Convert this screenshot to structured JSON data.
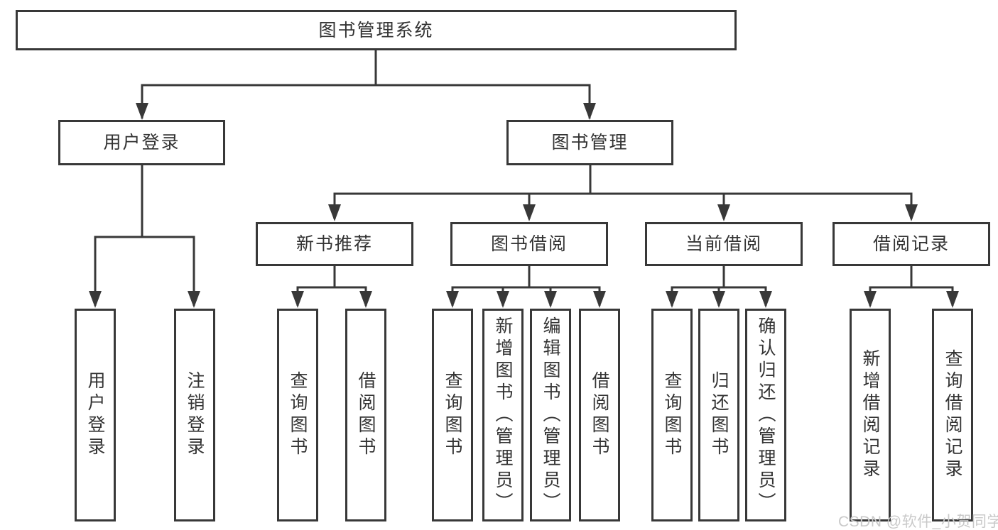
{
  "tree": {
    "label": "图书管理系统",
    "children": [
      {
        "label": "用户登录",
        "children": [
          {
            "label": "用户登录"
          },
          {
            "label": "注销登录"
          }
        ]
      },
      {
        "label": "图书管理",
        "children": [
          {
            "label": "新书推荐",
            "children": [
              {
                "label": "查询图书"
              },
              {
                "label": "借阅图书"
              }
            ]
          },
          {
            "label": "图书借阅",
            "children": [
              {
                "label": "查询图书"
              },
              {
                "label": "新增图书（管理员）"
              },
              {
                "label": "编辑图书（管理员）"
              },
              {
                "label": "借阅图书"
              }
            ]
          },
          {
            "label": "当前借阅",
            "children": [
              {
                "label": "查询图书"
              },
              {
                "label": "归还图书"
              },
              {
                "label": "确认归还（管理员）"
              }
            ]
          },
          {
            "label": "借阅记录",
            "children": [
              {
                "label": "新增借阅记录"
              },
              {
                "label": "查询借阅记录"
              }
            ]
          }
        ]
      }
    ]
  },
  "watermark": {
    "text": "CSDN @软件_小贺同学"
  },
  "colors": {
    "background": "#ffffff",
    "line": "#383838",
    "box_border": "#383838",
    "text": "#333333",
    "watermark": "#c9c9c9"
  }
}
